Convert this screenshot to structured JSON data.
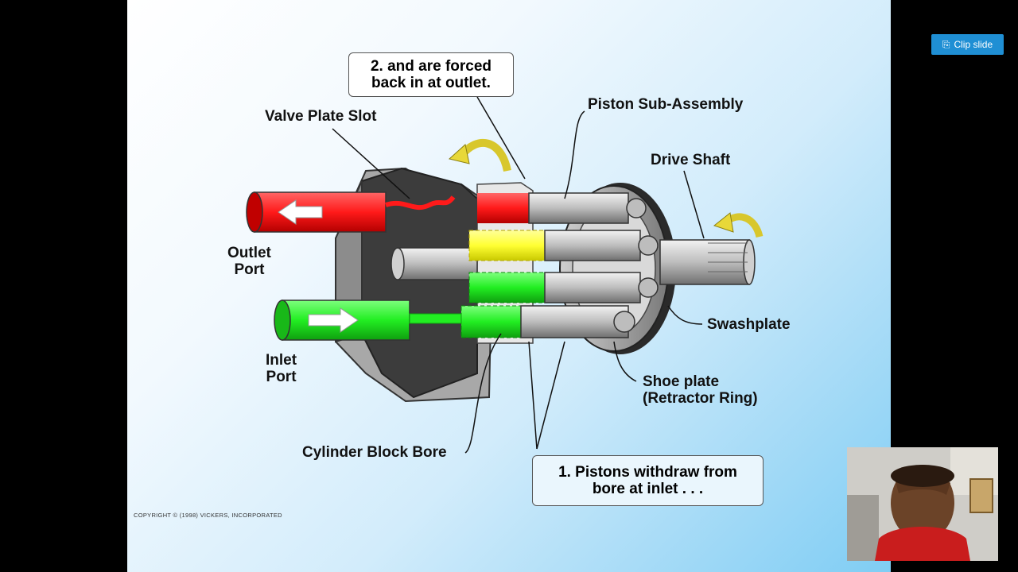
{
  "slide": {
    "callout_top": [
      "2.  and are forced",
      "back in at outlet."
    ],
    "callout_bottom": [
      "1.  Pistons withdraw from",
      "bore at inlet . . ."
    ],
    "labels": {
      "valve_plate_slot": "Valve Plate Slot",
      "piston_sub_assembly": "Piston Sub-Assembly",
      "drive_shaft": "Drive Shaft",
      "outlet_port": [
        "Outlet",
        "Port"
      ],
      "inlet_port": [
        "Inlet",
        "Port"
      ],
      "swashplate": "Swashplate",
      "shoe_plate": [
        "Shoe plate",
        "(Retractor Ring)"
      ],
      "cylinder_block_bore": "Cylinder Block Bore"
    },
    "copyright": "COPYRIGHT © (1998) VICKERS, INCORPORATED",
    "colors": {
      "outlet_fluid": "#ff1a1a",
      "inlet_fluid": "#22ee22",
      "piston_yellow": "#ffff33",
      "arrow_yellow": "#e8d838",
      "metal_dark": "#555555"
    }
  },
  "toolbar": {
    "clip_label": "Clip slide",
    "clip_icon": "clip-icon"
  },
  "webcam": {
    "description_icon": "webcam-feed"
  }
}
